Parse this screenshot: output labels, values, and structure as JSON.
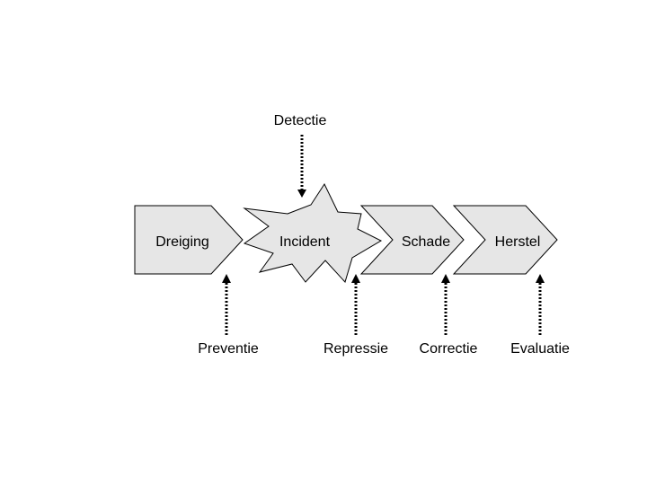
{
  "diagram": {
    "stages": {
      "threat": "Dreiging",
      "incident": "Incident",
      "damage": "Schade",
      "recovery": "Herstel"
    },
    "measures": {
      "detection": "Detectie",
      "prevention": "Preventie",
      "repression": "Repressie",
      "correction": "Correctie",
      "evaluation": "Evaluatie"
    },
    "colors": {
      "shape_fill": "#e6e6e6",
      "stroke": "#000000"
    }
  }
}
